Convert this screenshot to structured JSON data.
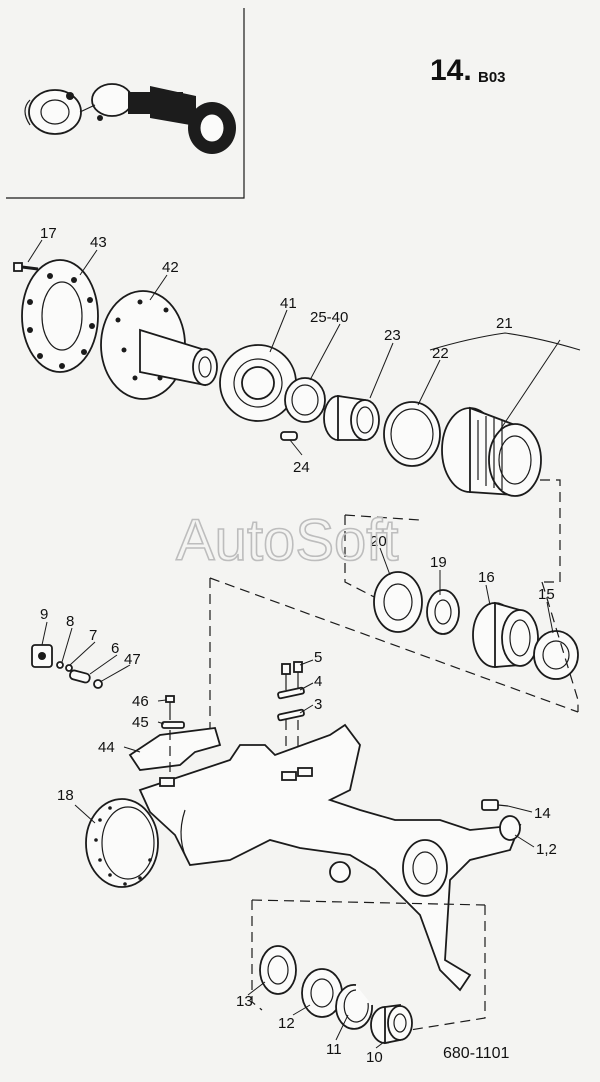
{
  "header": {
    "section_major": "14.",
    "section_minor": "B03"
  },
  "watermark": "AutoSoft",
  "drawing_number": "680-1101",
  "callouts": [
    {
      "id": "c17",
      "text": "17"
    },
    {
      "id": "c43",
      "text": "43"
    },
    {
      "id": "c42",
      "text": "42"
    },
    {
      "id": "c41",
      "text": "41"
    },
    {
      "id": "c25_40",
      "text": "25-40"
    },
    {
      "id": "c23",
      "text": "23"
    },
    {
      "id": "c21",
      "text": "21"
    },
    {
      "id": "c22",
      "text": "22"
    },
    {
      "id": "c24",
      "text": "24"
    },
    {
      "id": "c20",
      "text": "20"
    },
    {
      "id": "c19",
      "text": "19"
    },
    {
      "id": "c16",
      "text": "16"
    },
    {
      "id": "c15",
      "text": "15"
    },
    {
      "id": "c9",
      "text": "9"
    },
    {
      "id": "c8",
      "text": "8"
    },
    {
      "id": "c7",
      "text": "7"
    },
    {
      "id": "c6",
      "text": "6"
    },
    {
      "id": "c47",
      "text": "47"
    },
    {
      "id": "c5",
      "text": "5"
    },
    {
      "id": "c4",
      "text": "4"
    },
    {
      "id": "c3",
      "text": "3"
    },
    {
      "id": "c46",
      "text": "46"
    },
    {
      "id": "c45",
      "text": "45"
    },
    {
      "id": "c44",
      "text": "44"
    },
    {
      "id": "c18",
      "text": "18"
    },
    {
      "id": "c14",
      "text": "14"
    },
    {
      "id": "c1_2",
      "text": "1,2"
    },
    {
      "id": "c13",
      "text": "13"
    },
    {
      "id": "c12",
      "text": "12"
    },
    {
      "id": "c11",
      "text": "11"
    },
    {
      "id": "c10",
      "text": "10"
    }
  ]
}
